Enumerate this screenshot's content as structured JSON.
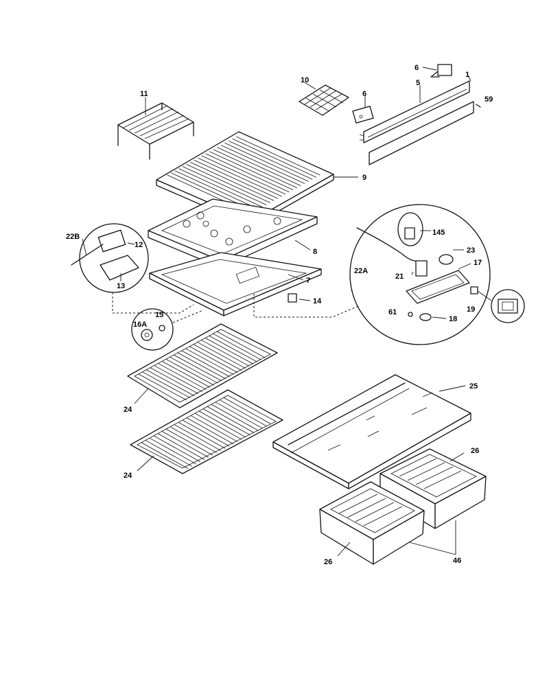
{
  "callouts": {
    "c1": "1",
    "c5": "5",
    "c6a": "6",
    "c6b": "6",
    "c7": "7",
    "c8": "8",
    "c9": "9",
    "c10": "10",
    "c11": "11",
    "c12": "12",
    "c13": "13",
    "c14": "14",
    "c15": "15",
    "c16a": "16A",
    "c17": "17",
    "c18": "18",
    "c19": "19",
    "c21": "21",
    "c22a": "22A",
    "c22b": "22B",
    "c23": "23",
    "c24a": "24",
    "c24b": "24",
    "c25": "25",
    "c26a": "26",
    "c26b": "26",
    "c46": "46",
    "c59": "59",
    "c61": "61",
    "c145": "145"
  }
}
